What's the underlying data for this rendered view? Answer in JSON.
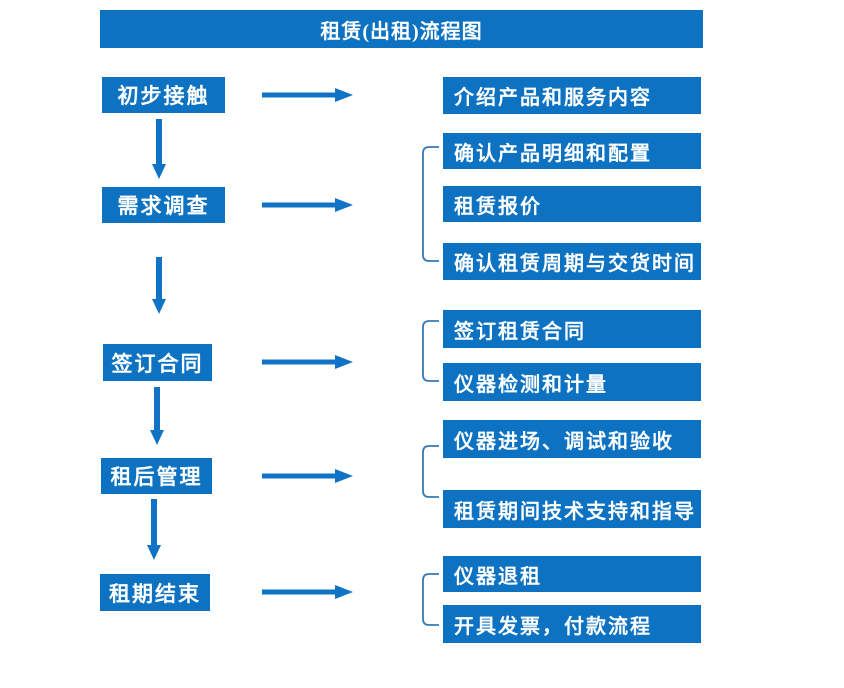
{
  "title": "租赁(出租)流程图",
  "colors": {
    "primary": "#0d72c1",
    "arrow": "#1173c6",
    "bracket": "#3878b4",
    "text": "#ffffff"
  },
  "stages": [
    {
      "label": "初步接触"
    },
    {
      "label": "需求调查"
    },
    {
      "label": "签订合同"
    },
    {
      "label": "租后管理"
    },
    {
      "label": "租期结束"
    }
  ],
  "details": [
    {
      "label": "介绍产品和服务内容",
      "group": 1
    },
    {
      "label": "确认产品明细和配置",
      "group": 2
    },
    {
      "label": "租赁报价",
      "group": 2
    },
    {
      "label": "确认租赁周期与交货时间",
      "group": 2
    },
    {
      "label": "签订租赁合同",
      "group": 3
    },
    {
      "label": "仪器检测和计量",
      "group": 3
    },
    {
      "label": "仪器进场、调试和验收",
      "group": 4
    },
    {
      "label": "租赁期间技术支持和指导",
      "group": 4
    },
    {
      "label": "仪器退租",
      "group": 5
    },
    {
      "label": "开具发票，付款流程",
      "group": 5
    }
  ]
}
